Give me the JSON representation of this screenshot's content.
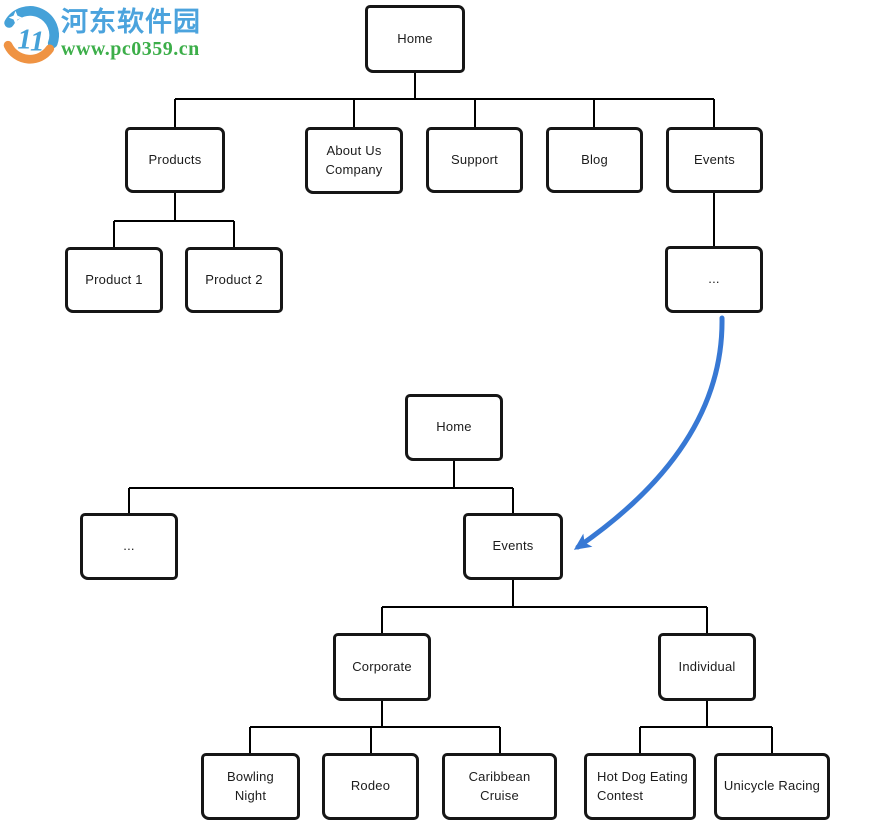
{
  "watermark": {
    "site_name": "河东软件园",
    "site_url": "www.pc0359.cn",
    "logo_blue": "#45a1d8",
    "logo_orange": "#ef9343",
    "name_color": "#4ba3dd",
    "url_color": "#3cae49"
  },
  "colors": {
    "background": "#ffffff",
    "box_border": "#161616",
    "connector_line": "#000000",
    "arrow_blue": "#3778d4"
  },
  "nodes": {
    "home_top": "Home",
    "products": "Products",
    "about_us": "About Us Company",
    "support": "Support",
    "blog": "Blog",
    "events_top": "Events",
    "product_1": "Product 1",
    "product_2": "Product 2",
    "ellipsis_top": "...",
    "home_bottom": "Home",
    "ellipsis_bottom": "...",
    "events_bottom": "Events",
    "corporate": "Corporate",
    "individual": "Individual",
    "bowling_night": "Bowling Night",
    "rodeo": "Rodeo",
    "caribbean_cruise": "Caribbean Cruise",
    "hot_dog_eating_contest": "Hot Dog Eating Contest",
    "unicycle_racing": "Unicycle Racing"
  },
  "diagram": {
    "type": "sitemap-tree-flowchart",
    "top_tree": {
      "root": "Home",
      "children": [
        {
          "label": "Products",
          "children": [
            "Product 1",
            "Product 2"
          ]
        },
        {
          "label": "About Us Company",
          "children": []
        },
        {
          "label": "Support",
          "children": []
        },
        {
          "label": "Blog",
          "children": []
        },
        {
          "label": "Events",
          "children": [
            "..."
          ]
        }
      ]
    },
    "bottom_tree": {
      "root": "Home",
      "children": [
        {
          "label": "...",
          "children": []
        },
        {
          "label": "Events",
          "children": [
            {
              "label": "Corporate",
              "children": [
                "Bowling Night",
                "Rodeo",
                "Caribbean Cruise"
              ]
            },
            {
              "label": "Individual",
              "children": [
                "Hot Dog Eating Contest",
                "Unicycle Racing"
              ]
            }
          ]
        }
      ]
    },
    "arrow": {
      "from": "...",
      "to": "Events",
      "color": "#3778d4"
    }
  }
}
